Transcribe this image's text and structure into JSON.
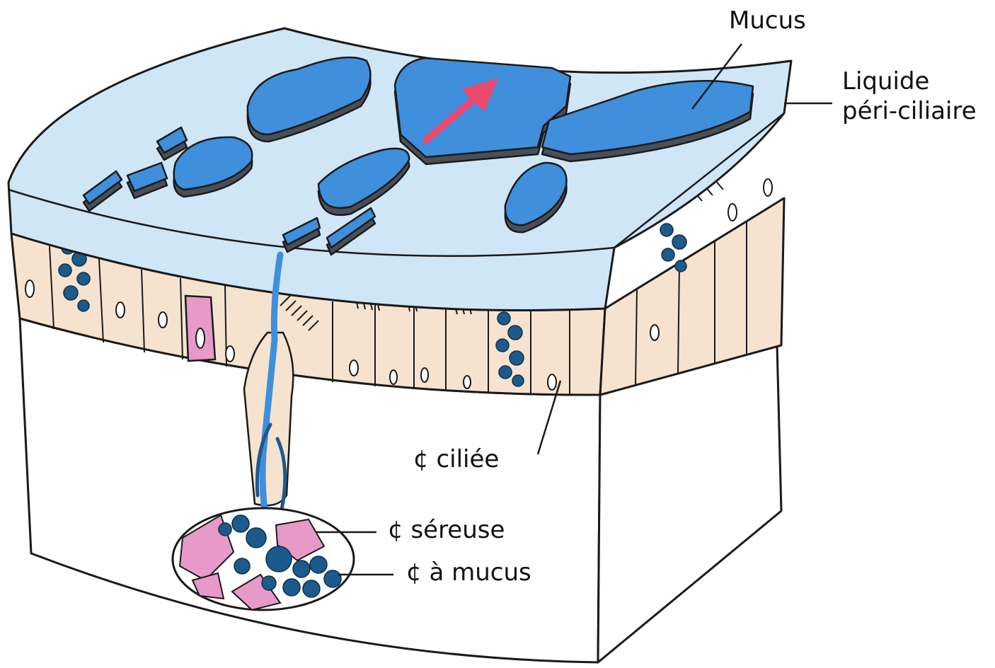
{
  "labels": {
    "mucus": "Mucus",
    "periciliary_line1": "Liquide",
    "periciliary_line2": "péri-ciliaire",
    "ciliated_cell": "¢ ciliée",
    "serous_cell": "¢ séreuse",
    "mucous_cell": "¢ à mucus"
  },
  "colors": {
    "mucus_blue": "#3f8fdc",
    "mucus_shadow": "#4a4f57",
    "periciliary_fluid": "#cfe6f7",
    "epithelium": "#f6e3cf",
    "serous_pink": "#e79ac8",
    "goblet_navy": "#1d5a8c",
    "flow_arrow": "#ea4a6e",
    "outline": "#1a1a1a"
  }
}
